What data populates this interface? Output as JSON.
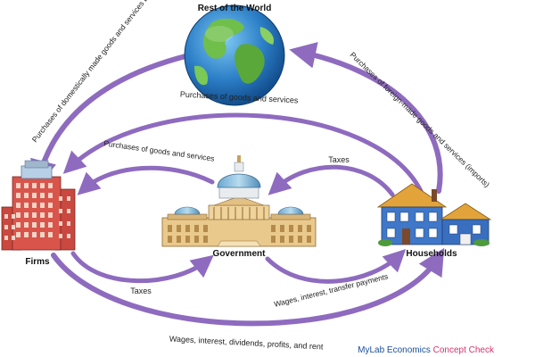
{
  "colors": {
    "flow_purple": "#8e6bbf",
    "flow_pale": "#d4c7ea",
    "footer_brand": "#1a4f9c",
    "footer_check": "#d6336c"
  },
  "nodes": {
    "world": "Rest of the World",
    "firms": "Firms",
    "government": "Government",
    "households": "Households"
  },
  "flows": {
    "exports": "Purchases of domestically made goods and services by foreigners (exports)",
    "imports": "Purchases of foreign-made goods and services (imports)",
    "household_purchases": "Purchases of goods and services",
    "gov_purchases": "Purchases of goods and services",
    "household_taxes": "Taxes",
    "firm_taxes": "Taxes",
    "gov_payments": "Wages, interest, transfer payments",
    "firm_income": "Wages, interest, dividends, profits, and rent"
  },
  "footer": {
    "brand": "MyLab Economics",
    "check": "Concept Check"
  }
}
